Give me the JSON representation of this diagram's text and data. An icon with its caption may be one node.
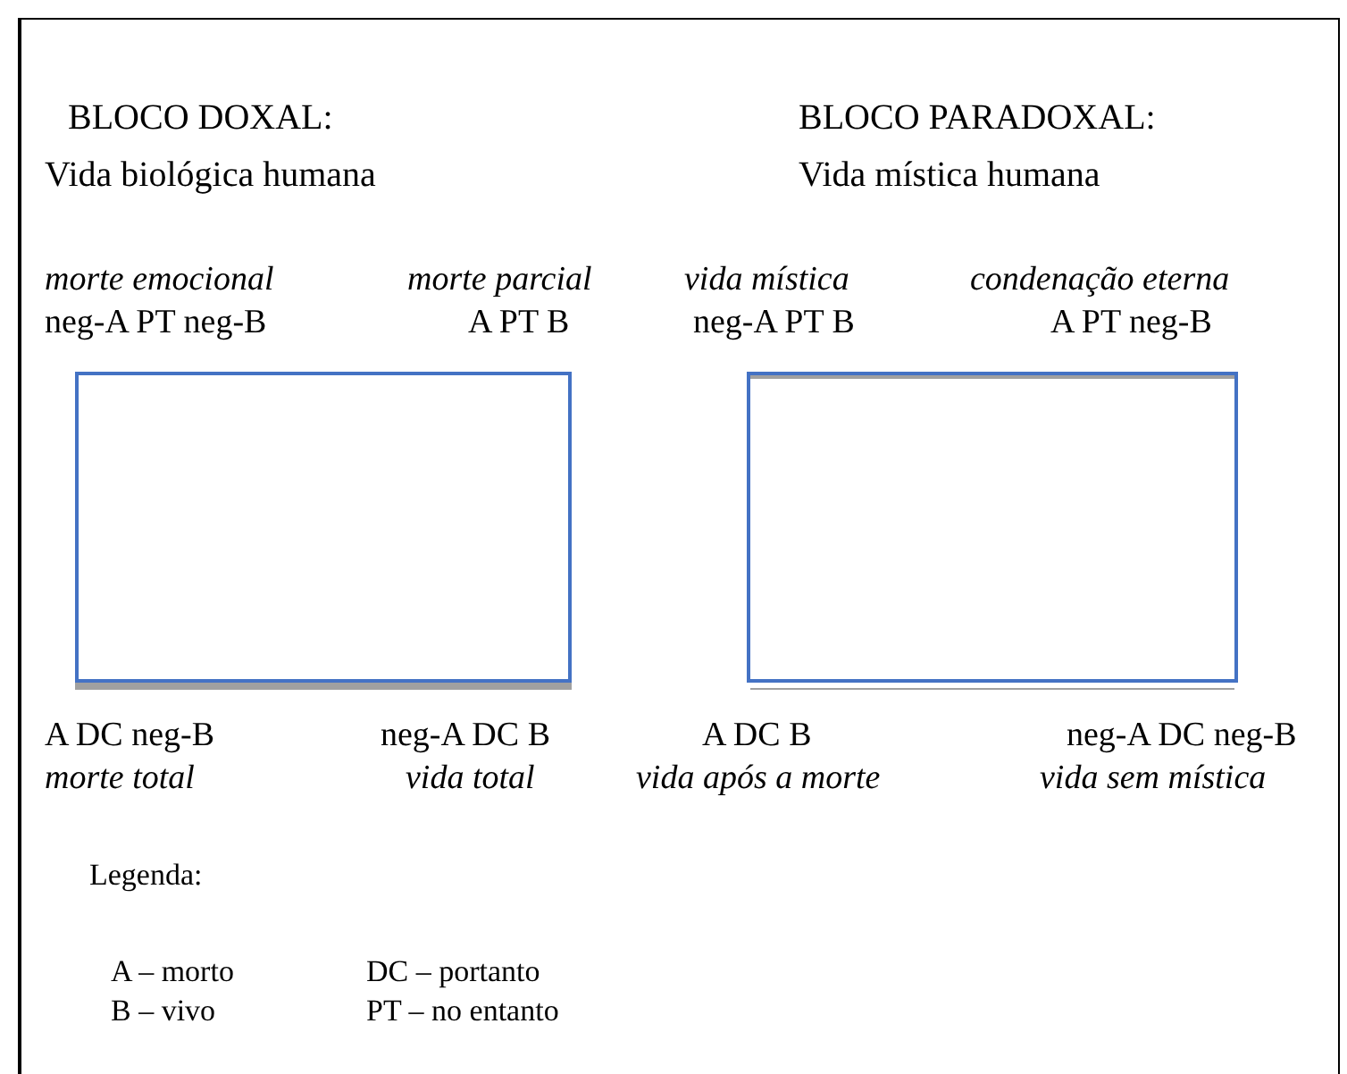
{
  "diagram": {
    "nodes": [
      {
        "text": [],
        "shape": "box"
      },
      {
        "text": [],
        "shape": "box"
      }
    ],
    "edges": [],
    "labels": [
      "BLOCO DOXAL:",
      "BLOCO PARADOXAL:",
      "Vida biológica humana",
      "Vida mística humana",
      "morte emocional",
      "morte parcial",
      "vida mística",
      "condenação eterna",
      "neg-A PT neg-B",
      "A PT B",
      "neg-A PT B",
      "A PT neg-B",
      "A DC neg-B",
      "neg-A DC B",
      "A DC B",
      "neg-A DC neg-B",
      "morte total",
      "vida total",
      "vida após a morte",
      "vida sem mística",
      "Legenda:"
    ],
    "legend": [
      {
        "text": "A – morto"
      },
      {
        "text": "DC – portanto"
      },
      {
        "text": "B – vivo"
      },
      {
        "text": "PT – no entanto"
      }
    ]
  }
}
